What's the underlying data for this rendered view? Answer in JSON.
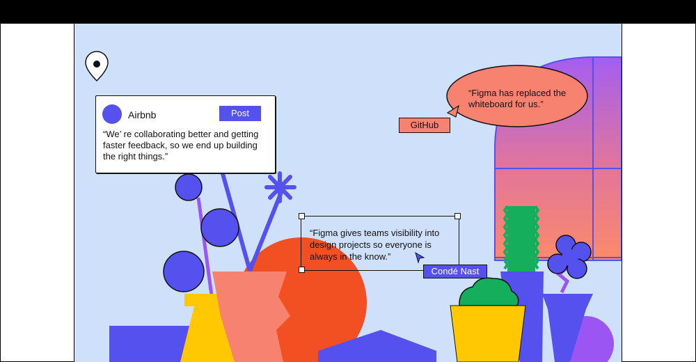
{
  "window": {
    "titlebar_color": "#000000"
  },
  "canvas": {
    "background": "#cfe0fb"
  },
  "colors": {
    "accent": "#5551ef",
    "coral": "#f88270",
    "orange": "#f25022",
    "yellow": "#ffc800",
    "green": "#14ae5c"
  },
  "location_pin": {
    "icon": "map-pin-icon"
  },
  "comment_card": {
    "author": "Airbnb",
    "post_label": "Post",
    "quote": "“We’   re collaborating better and getting faster feedback, so we end up building the right things.”"
  },
  "speech_bubble": {
    "quote": "“Figma has replaced the whiteboard for us.”",
    "cursor_icon": "pointer-cursor-icon"
  },
  "github_tag": {
    "label": "GitHub"
  },
  "selection": {
    "quote": "“Figma gives teams visibility into design projects so everyone is always in the know.”",
    "cursor_icon": "arrow-cursor-icon",
    "cursor_label": "Condé Nast"
  }
}
